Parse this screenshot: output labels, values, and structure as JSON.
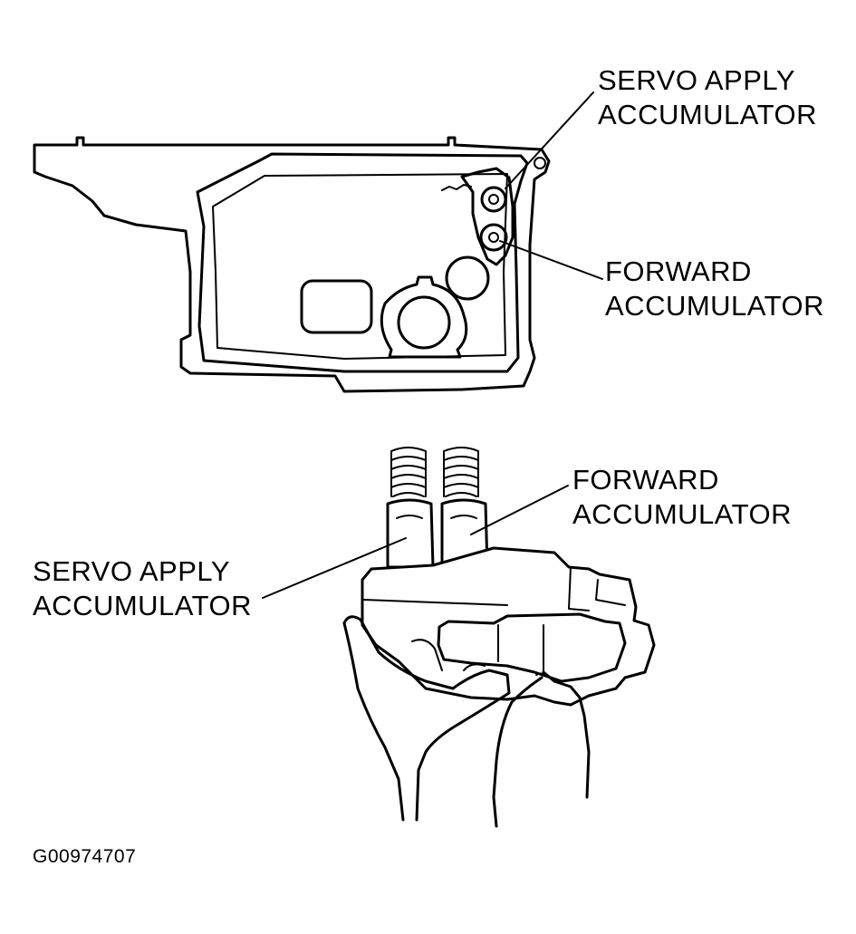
{
  "labels": {
    "servo_top": [
      "SERVO APPLY",
      "ACCUMULATOR"
    ],
    "forward_top": [
      "FORWARD",
      "ACCUMULATOR"
    ],
    "forward_bottom": [
      "FORWARD",
      "ACCUMULATOR"
    ],
    "servo_bottom": [
      "SERVO APPLY",
      "ACCUMULATOR"
    ]
  },
  "figure_id": "G00974707"
}
